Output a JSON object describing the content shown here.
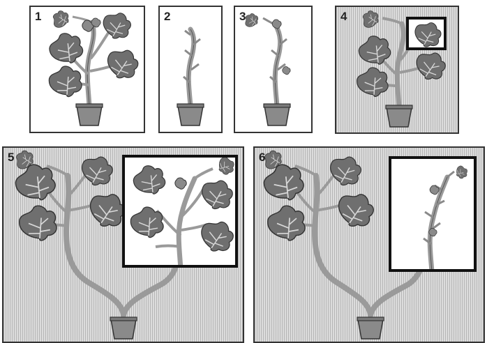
{
  "panels": [
    {
      "number": "1"
    },
    {
      "number": "2"
    },
    {
      "number": "3"
    },
    {
      "number": "4"
    },
    {
      "number": "5"
    },
    {
      "number": "6"
    }
  ],
  "colors": {
    "leaf": "#6f6f6f",
    "leaf_vein": "#d8d8d8",
    "stem": "#9a9a9a",
    "pot": "#8a8a8a",
    "frame": "#111111",
    "background_stripe": "#c9c9c9"
  },
  "icons": [
    "plant-icon",
    "pot-icon",
    "leaf-icon",
    "bud-icon"
  ]
}
